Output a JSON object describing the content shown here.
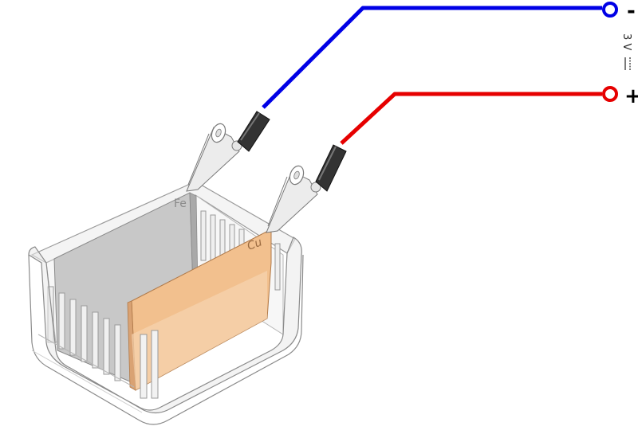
{
  "power_supply": {
    "negative_sign": "-",
    "positive_sign": "+",
    "voltage_label": "3 V",
    "dc_symbol_name": "dc-symbol-icon",
    "negative_color": "#0000e6",
    "positive_color": "#e60000"
  },
  "electrodes": {
    "iron": {
      "label": "Fe",
      "color": "#c8c8c8"
    },
    "copper": {
      "label": "Cu",
      "color": "#f2c08e"
    }
  },
  "container": {
    "icon": "transparent-beaker-icon"
  },
  "clips": {
    "icon": "alligator-clip-icon"
  }
}
